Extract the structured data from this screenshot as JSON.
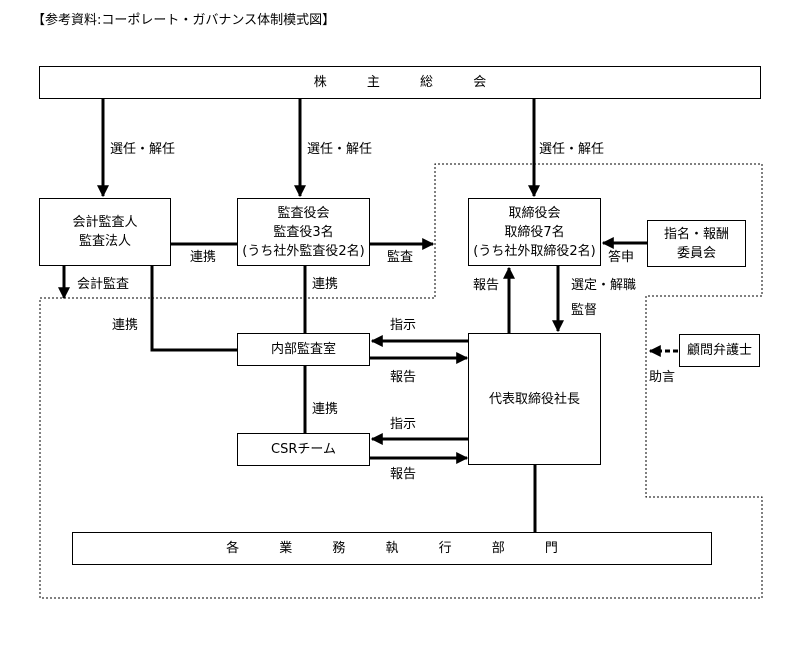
{
  "title": "【参考資料:コーポレート・ガバナンス体制模式図】",
  "boxes": {
    "shareholders": "株 主 総 会",
    "accounting_auditor_line1": "会計監査人",
    "accounting_auditor_line2": "監査法人",
    "audit_board_line1": "監査役会",
    "audit_board_line2": "監査役3名",
    "audit_board_line3": "(うち社外監査役2名)",
    "board_line1": "取締役会",
    "board_line2": "取締役7名",
    "board_line3": "(うち社外取締役2名)",
    "nomination_line1": "指名・報酬",
    "nomination_line2": "委員会",
    "internal_audit": "内部監査室",
    "csr_team": "CSRチーム",
    "president": "代表取締役社長",
    "legal_advisor": "顧問弁護士",
    "business_divisions": "各 業 務 執 行 部 門"
  },
  "labels": {
    "appoint_dismiss": "選任・解任",
    "cooperation": "連携",
    "audit": "監査",
    "accounting_audit": "会計監査",
    "report": "報告",
    "select_dismiss": "選定・解職",
    "supervise": "監督",
    "answer": "答申",
    "instruct": "指示",
    "advice": "助言"
  },
  "colors": {
    "line": "#000000",
    "background": "#ffffff"
  }
}
